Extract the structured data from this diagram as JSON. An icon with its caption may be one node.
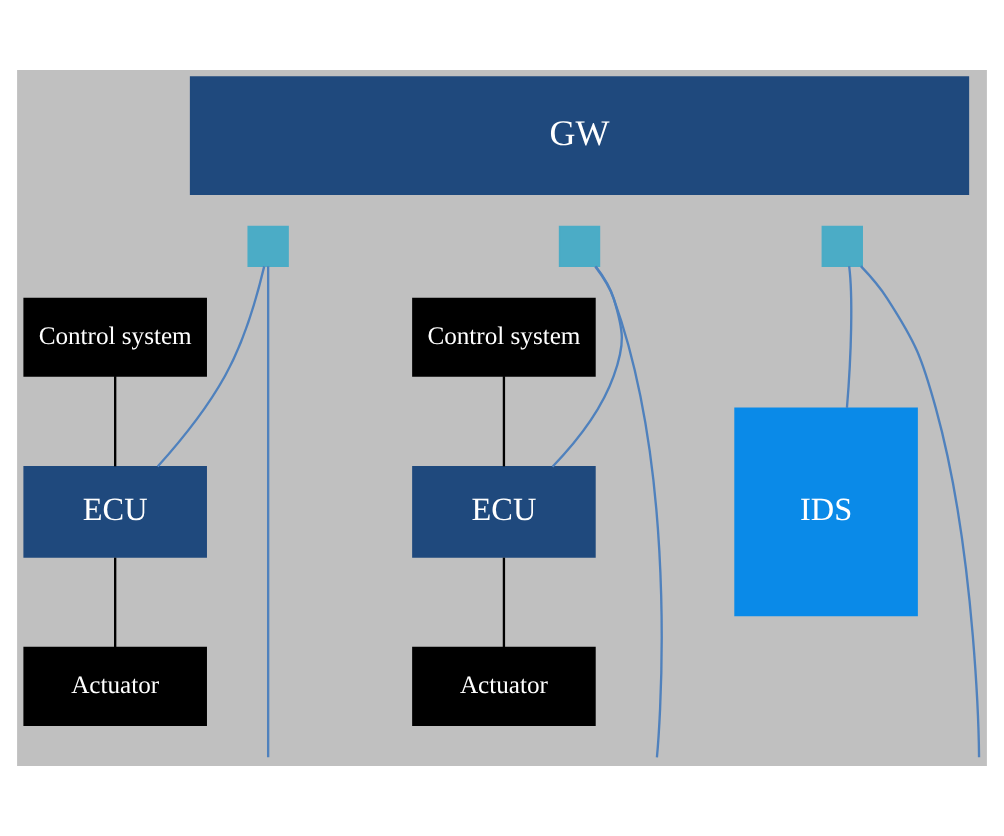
{
  "diagram": {
    "nodes": [
      {
        "text": [
          "GW"
        ]
      },
      {
        "text": [],
        "shape": "box"
      },
      {
        "text": [],
        "shape": "box"
      },
      {
        "text": [],
        "shape": "box"
      },
      {
        "text": [
          "Control system"
        ]
      },
      {
        "text": [
          "ECU"
        ]
      },
      {
        "text": [
          "Actuator"
        ]
      },
      {
        "text": [
          "Control system"
        ]
      },
      {
        "text": [
          "ECU"
        ]
      },
      {
        "text": [
          "Actuator"
        ]
      },
      {
        "text": [
          "IDS"
        ]
      }
    ],
    "edges": [
      {
        "from": 4,
        "to": 5,
        "arrow": "none",
        "color": "#000000"
      },
      {
        "from": 5,
        "to": 6,
        "arrow": "none",
        "color": "#000000"
      },
      {
        "from": 7,
        "to": 8,
        "arrow": "none",
        "color": "#000000"
      },
      {
        "from": 8,
        "to": 9,
        "arrow": "none",
        "color": "#000000"
      },
      {
        "from": 1,
        "to": null,
        "arrow": "none"
      },
      {
        "from": 5,
        "to": 1,
        "arrow": "none"
      },
      {
        "from": 2,
        "to": null,
        "arrow": "none"
      },
      {
        "from": 8,
        "to": 2,
        "arrow": "none"
      },
      {
        "from": 3,
        "to": null,
        "arrow": "none"
      },
      {
        "from": 10,
        "to": 3,
        "arrow": "none"
      }
    ]
  }
}
